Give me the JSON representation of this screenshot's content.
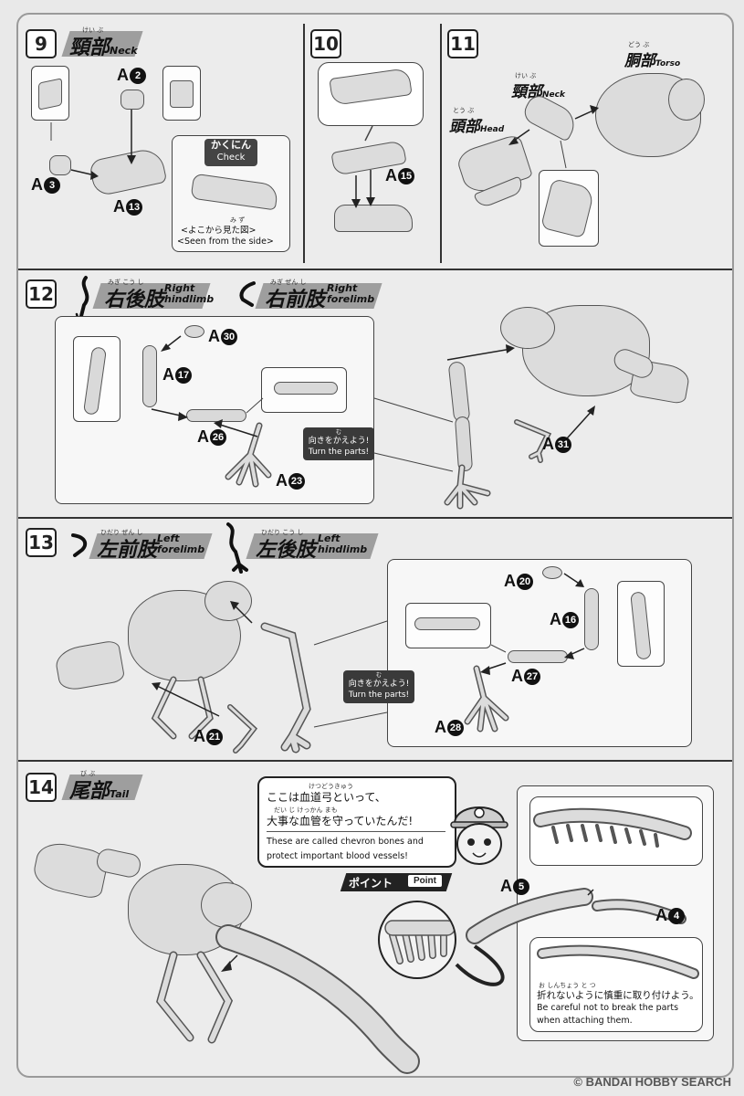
{
  "steps": {
    "s9": {
      "num": "9",
      "jp": "頸部",
      "ruby": "けい ぶ",
      "en": "Neck",
      "parts": {
        "a2": "A",
        "a2n": "2",
        "a3": "A",
        "a3n": "3",
        "a13": "A",
        "a13n": "13"
      },
      "check": {
        "jp": "かくにん",
        "en": "Check",
        "caption_jp": "<よこから見た図>",
        "caption_ruby": "み ず",
        "caption_en": "<Seen from the side>"
      }
    },
    "s10": {
      "num": "10",
      "parts": {
        "a15": "A",
        "a15n": "15"
      }
    },
    "s11": {
      "num": "11",
      "torso": {
        "jp": "胴部",
        "ruby": "どう ぶ",
        "en": "Torso"
      },
      "neck": {
        "jp": "頸部",
        "ruby": "けい ぶ",
        "en": "Neck"
      },
      "head": {
        "jp": "頭部",
        "ruby": "とう ぶ",
        "en": "Head"
      }
    },
    "s12": {
      "num": "12",
      "hind": {
        "jp": "右後肢",
        "ruby": "みぎ こう し",
        "en1": "Right",
        "en2": "hindlimb"
      },
      "fore": {
        "jp": "右前肢",
        "ruby": "みぎ ぜん し",
        "en1": "Right",
        "en2": "forelimb"
      },
      "parts": {
        "a30": "A",
        "a30n": "30",
        "a17": "A",
        "a17n": "17",
        "a26": "A",
        "a26n": "26",
        "a23": "A",
        "a23n": "23",
        "a31": "A",
        "a31n": "31"
      },
      "turn": {
        "ruby": "む",
        "jp": "向きをかえよう!",
        "en": "Turn the parts!"
      }
    },
    "s13": {
      "num": "13",
      "fore": {
        "jp": "左前肢",
        "ruby": "ひだり ぜん し",
        "en1": "Left",
        "en2": "forelimb"
      },
      "hind": {
        "jp": "左後肢",
        "ruby": "ひだり こう し",
        "en1": "Left",
        "en2": "hindlimb"
      },
      "parts": {
        "a20": "A",
        "a20n": "20",
        "a16": "A",
        "a16n": "16",
        "a27": "A",
        "a27n": "27",
        "a28": "A",
        "a28n": "28",
        "a21": "A",
        "a21n": "21"
      },
      "turn": {
        "ruby": "む",
        "jp": "向きをかえよう!",
        "en": "Turn the parts!"
      }
    },
    "s14": {
      "num": "14",
      "jp": "尾部",
      "ruby": "び ぶ",
      "en": "Tail",
      "bubble": {
        "ruby1": "けつどうきゅう",
        "jp1": "ここは血道弓といって、",
        "ruby2": "だい じ けっかん まも",
        "jp2": "大事な血管を守っていたんだ!",
        "en1": "These are called chevron bones and",
        "en2": "protect important blood vessels!"
      },
      "point": {
        "jp": "ポイント",
        "en": "Point"
      },
      "parts": {
        "a5": "A",
        "a5n": "5",
        "a4": "A",
        "a4n": "4"
      },
      "note": {
        "ruby": "お しんちょう と つ",
        "jp": "折れないように慎重に取り付けよう。",
        "en1": "Be careful not to break the parts",
        "en2": "when attaching them."
      }
    }
  },
  "watermark": "© BANDAI HOBBY SEARCH"
}
